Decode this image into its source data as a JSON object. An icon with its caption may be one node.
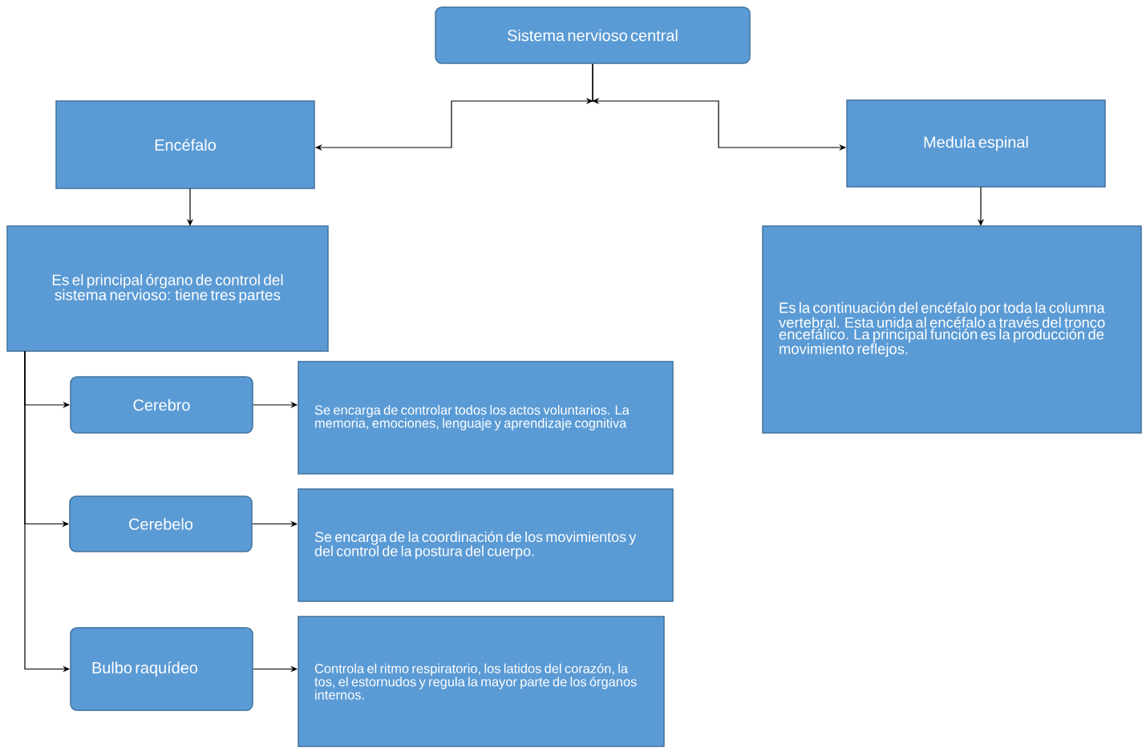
{
  "diagram": {
    "nodes": [
      {
        "text": [
          "Sistema nervioso central"
        ]
      },
      {
        "text": [
          "Encéfalo"
        ]
      },
      {
        "text": [
          "Medula espinal"
        ]
      },
      {
        "text": [
          "Es el principal órgano de control del sistema nervioso: tiene tres partes"
        ]
      },
      {
        "text": [
          "Es la continuación del encéfalo por toda la columna vertebral. Esta unida al encéfalo a través del tronco encefálico. La principal función es la producción de movimiento reflejos."
        ]
      },
      {
        "text": [
          "Cerebro"
        ]
      },
      {
        "text": [
          "Se encarga de controlar todos los actos voluntarios. La memoria, emociones, lenguaje y aprendizaje cognitiva"
        ]
      },
      {
        "text": [
          "Cerebelo"
        ]
      },
      {
        "text": [
          "Se encarga de la coordinación de los movimientos y del control de la postura del cuerpo."
        ]
      },
      {
        "text": [
          "Bulbo raquídeo"
        ]
      },
      {
        "text": [
          "Controla el ritmo respiratorio, los latidos del corazón, la tos, el estornudos y regula la mayor parte de los órganos internos."
        ]
      }
    ],
    "edges": [
      {
        "from": 0,
        "to": 1,
        "arrow": "to"
      },
      {
        "from": 0,
        "to": 2,
        "arrow": "to"
      },
      {
        "from": 1,
        "to": 3,
        "arrow": "to"
      },
      {
        "from": 2,
        "to": 4,
        "arrow": "to"
      },
      {
        "from": 3,
        "to": 5,
        "arrow": "to"
      },
      {
        "from": 3,
        "to": 7,
        "arrow": "to"
      },
      {
        "from": 3,
        "to": 9,
        "arrow": "to"
      },
      {
        "from": 5,
        "to": 6,
        "arrow": "to"
      },
      {
        "from": 7,
        "to": 8,
        "arrow": "to"
      },
      {
        "from": 9,
        "to": 10,
        "arrow": "to"
      }
    ]
  }
}
